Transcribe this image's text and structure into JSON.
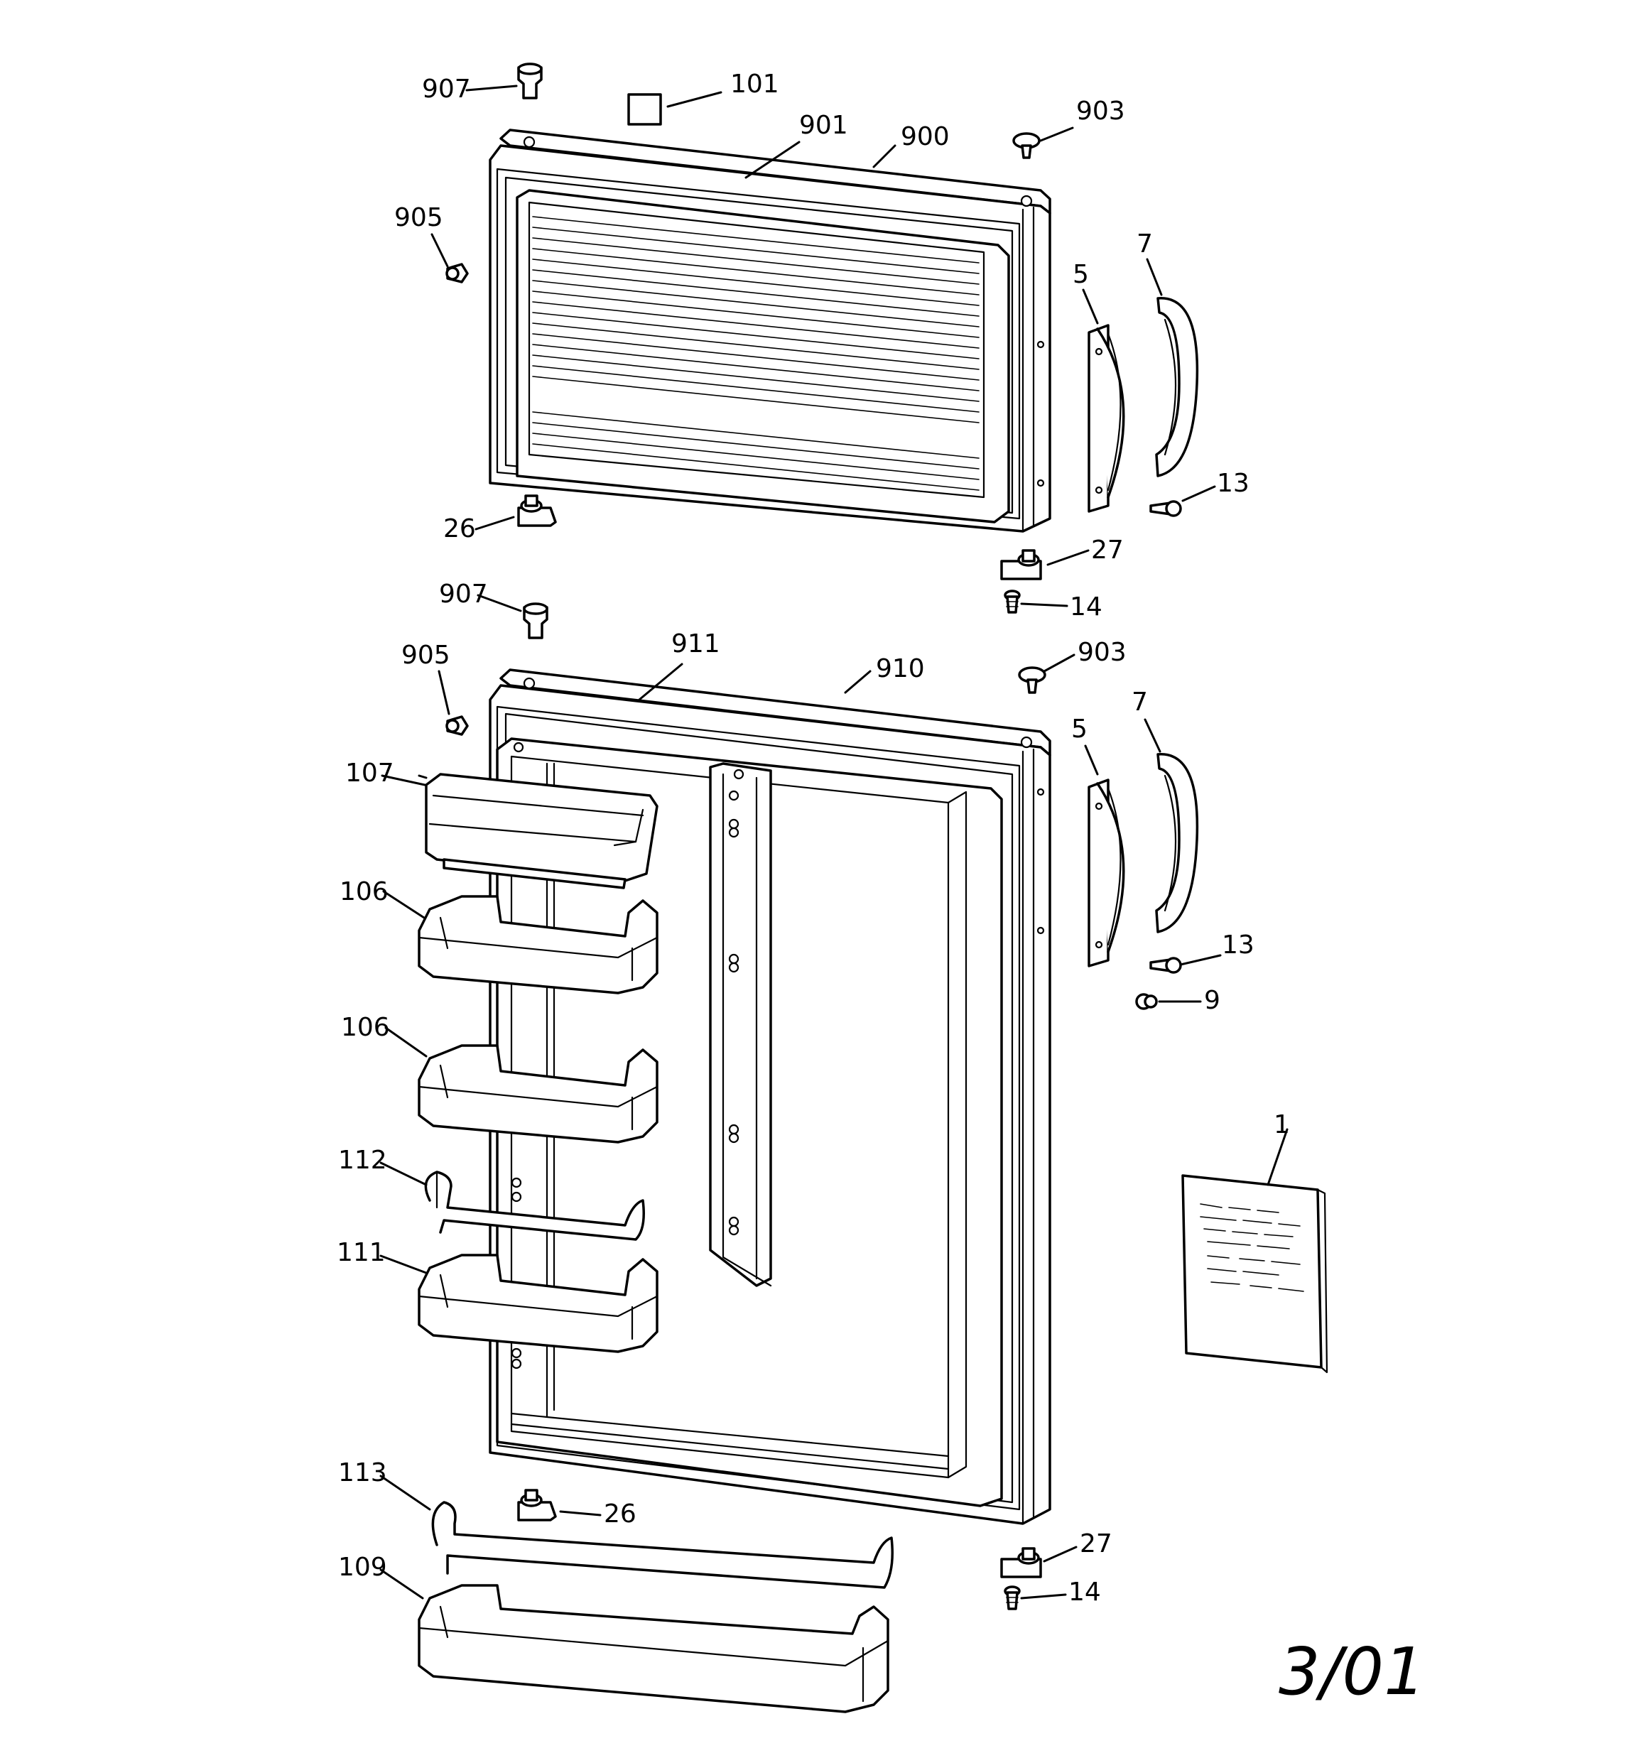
{
  "diagram": {
    "callouts": {
      "c907a": "907",
      "c101": "101",
      "c901": "901",
      "c900": "900",
      "c903a": "903",
      "c905a": "905",
      "c5a": "5",
      "c7a": "7",
      "c13a": "13",
      "c26a": "26",
      "c27a": "27",
      "c14a": "14",
      "c907b": "907",
      "c905b": "905",
      "c911": "911",
      "c910": "910",
      "c903b": "903",
      "c5b": "5",
      "c7b": "7",
      "c107": "107",
      "c106a": "106",
      "c106b": "106",
      "c13b": "13",
      "c9": "9",
      "c112": "112",
      "c111": "111",
      "c1": "1",
      "c113": "113",
      "c26b": "26",
      "c27b": "27",
      "c14b": "14",
      "c109": "109"
    },
    "revision_stamp": "3/01"
  }
}
